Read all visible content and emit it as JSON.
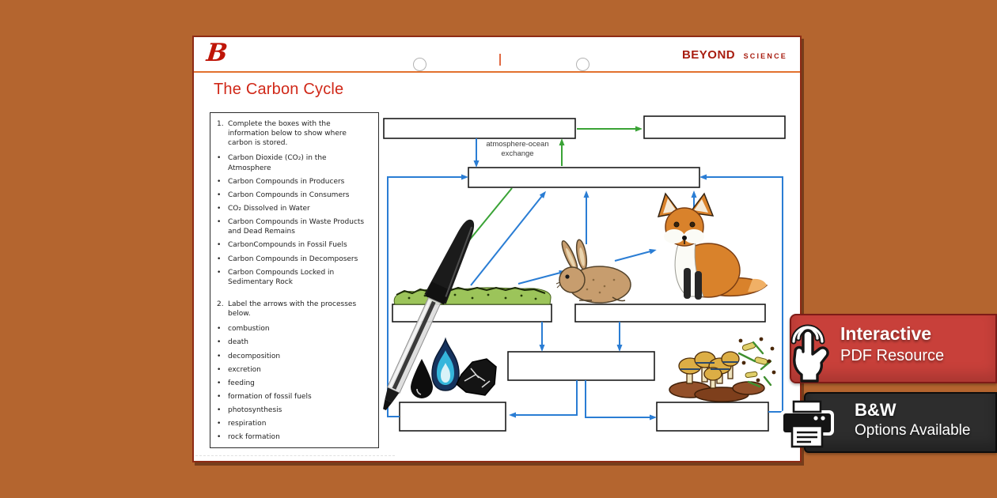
{
  "brand": {
    "logo_letter": "B",
    "name": "BEYOND",
    "subname": "SCIENCE"
  },
  "worksheet": {
    "title": "The Carbon Cycle",
    "bullet": "•",
    "task1_number": "1.",
    "task1_text": "Complete the boxes with the information below to show where carbon is stored.",
    "task1_items": [
      "Carbon Dioxide (CO₂) in the Atmosphere",
      "Carbon Compounds in Producers",
      "Carbon Compounds in Consumers",
      "CO₂ Dissolved in Water",
      "Carbon Compounds in Waste Products and Dead Remains",
      "CarbonCompounds in Fossil Fuels",
      "Carbon Compounds in Decomposers",
      "Carbon Compounds Locked in Sedimentary Rock"
    ],
    "task2_number": "2.",
    "task2_text": "Label the arrows with the processes below.",
    "task2_items": [
      "combustion",
      "death",
      "decomposition",
      "excretion",
      "feeding",
      "formation of fossil fuels",
      "photosynthesis",
      "respiration",
      "rock formation"
    ]
  },
  "diagram": {
    "exchange_label_line1": "atmosphere-ocean",
    "exchange_label_line2": "exchange",
    "arrow_blue": "#2a7dd4",
    "arrow_green": "#3aa336"
  },
  "badges": {
    "interactive_title": "Interactive",
    "interactive_subtitle": "PDF Resource",
    "interactive_color": "#c8403a",
    "bw_title": "B&W",
    "bw_subtitle": "Options Available",
    "bw_color": "#2d2d2d"
  }
}
